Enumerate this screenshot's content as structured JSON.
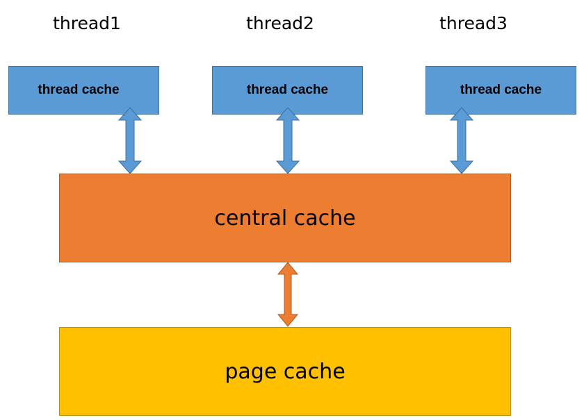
{
  "threads": [
    {
      "label": "thread1",
      "cache_label": "thread cache"
    },
    {
      "label": "thread2",
      "cache_label": "thread cache"
    },
    {
      "label": "thread3",
      "cache_label": "thread cache"
    }
  ],
  "central": {
    "label": "central cache"
  },
  "page": {
    "label": "page cache"
  },
  "colors": {
    "thread_cache_fill": "#5b9bd5",
    "thread_cache_border": "#41719c",
    "central_fill": "#ed7d31",
    "central_border": "#ae5a21",
    "page_fill": "#ffc000",
    "page_border": "#bc8c00",
    "arrow_blue": "#5b9bd5",
    "arrow_blue_border": "#41719c",
    "arrow_orange": "#ed7d31",
    "arrow_orange_border": "#ae5a21"
  }
}
